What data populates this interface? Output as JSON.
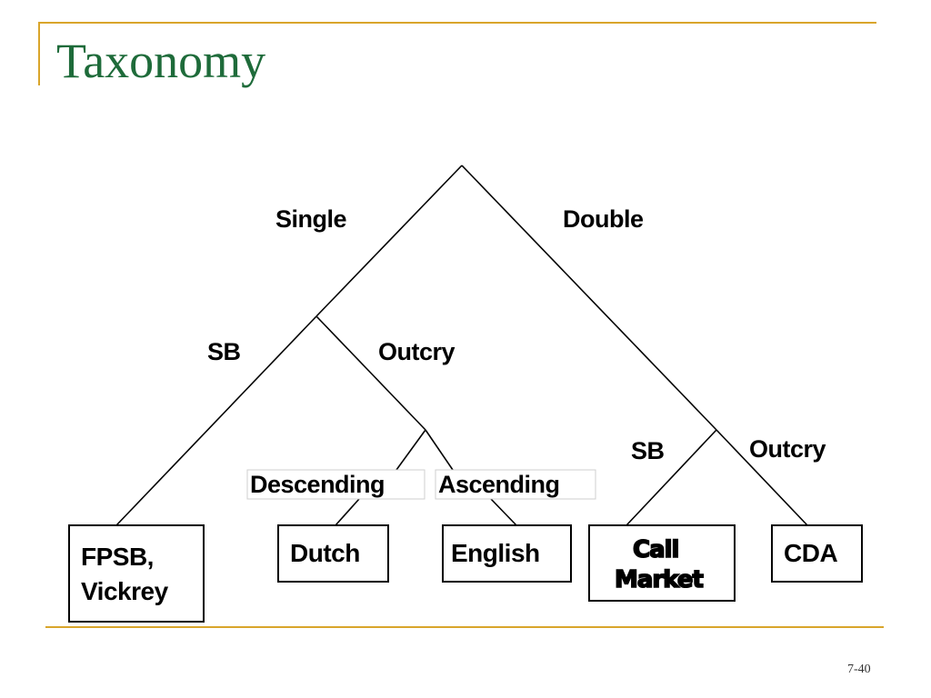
{
  "slide": {
    "title": "Taxonomy",
    "page_number": "7-40",
    "accent_color": "#d9a52b",
    "title_color": "#1e6b3a"
  },
  "diagram": {
    "branch_labels": {
      "single": "Single",
      "double": "Double",
      "single_sb": "SB",
      "single_outcry": "Outcry",
      "descending": "Descending",
      "ascending": "Ascending",
      "double_sb": "SB",
      "double_outcry": "Outcry"
    },
    "leaves": {
      "fpsb_line1": "FPSB,",
      "fpsb_line2": "Vickrey",
      "dutch": "Dutch",
      "english": "English",
      "call_line1": "Call",
      "call_line2": "Market",
      "cda": "CDA"
    }
  }
}
